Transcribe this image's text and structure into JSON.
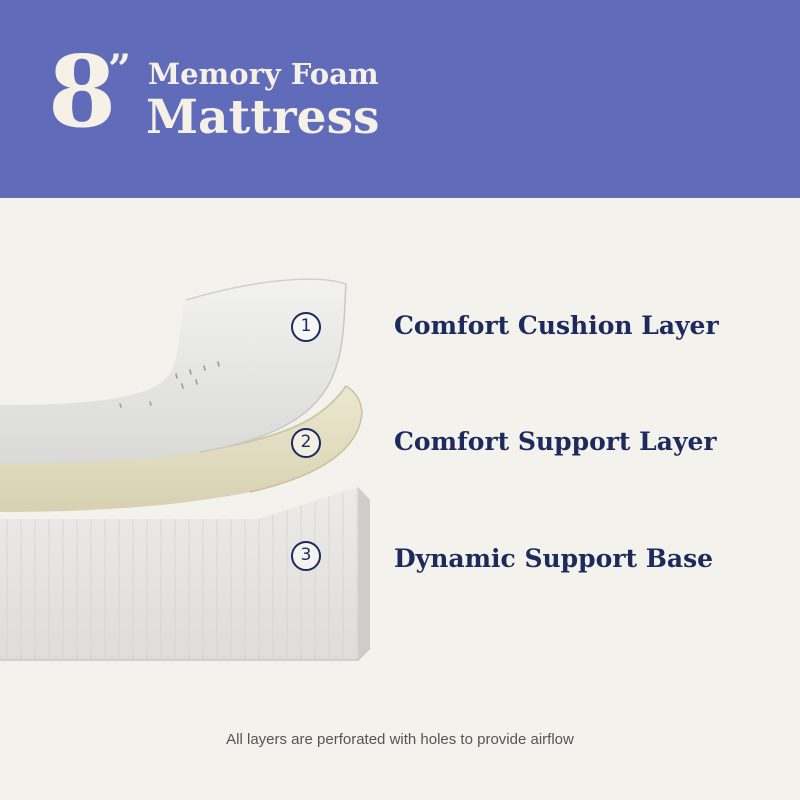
{
  "header": {
    "size_number": "8",
    "size_unit": "”",
    "title_line1": "Memory Foam",
    "title_line2": "Mattress",
    "background_color": "#606bba",
    "text_color": "#f6f1e6"
  },
  "layers": [
    {
      "number": "1",
      "label": "Comfort Cushion Layer"
    },
    {
      "number": "2",
      "label": "Comfort Support Layer"
    },
    {
      "number": "3",
      "label": "Dynamic Support Base"
    }
  ],
  "footnote": "All layers are perforated with holes to provide airflow",
  "colors": {
    "background": "#f4f2ec",
    "label_text": "#1d2a5c",
    "foam_white": "#e6e6e4",
    "foam_yellow": "#e4dfc4"
  }
}
